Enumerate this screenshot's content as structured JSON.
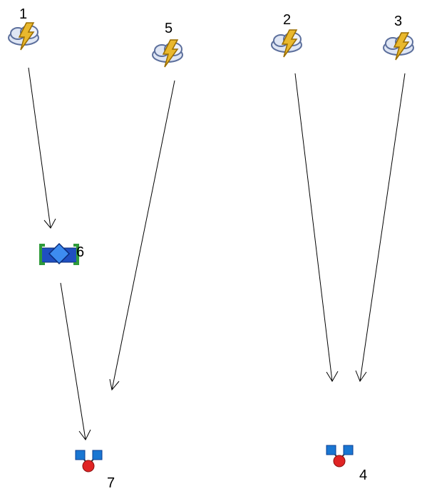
{
  "diagram": {
    "nodes": [
      {
        "id": "1",
        "label": "1",
        "icon": "storm-cloud-icon"
      },
      {
        "id": "5",
        "label": "5",
        "icon": "storm-cloud-icon"
      },
      {
        "id": "2",
        "label": "2",
        "icon": "storm-cloud-icon"
      },
      {
        "id": "3",
        "label": "3",
        "icon": "storm-cloud-icon"
      },
      {
        "id": "6",
        "label": "6",
        "icon": "blue-diamond-bracket-icon"
      },
      {
        "id": "7",
        "label": "7",
        "icon": "molecule-icon"
      },
      {
        "id": "4",
        "label": "4",
        "icon": "molecule-icon"
      }
    ],
    "edges": [
      {
        "from": "1",
        "to": "6"
      },
      {
        "from": "6",
        "to": "7"
      },
      {
        "from": "5",
        "to": "7"
      },
      {
        "from": "2",
        "to": "4"
      },
      {
        "from": "3",
        "to": "4"
      }
    ],
    "colors": {
      "cloud": "#dfe6f4",
      "cloud_edge": "#5c6f9c",
      "bolt": "#e9b82d",
      "diamond": "#1f66d6",
      "bracket": "#2e9a3a",
      "molecule_node": "#1976d2",
      "molecule_center": "#e02424"
    }
  }
}
